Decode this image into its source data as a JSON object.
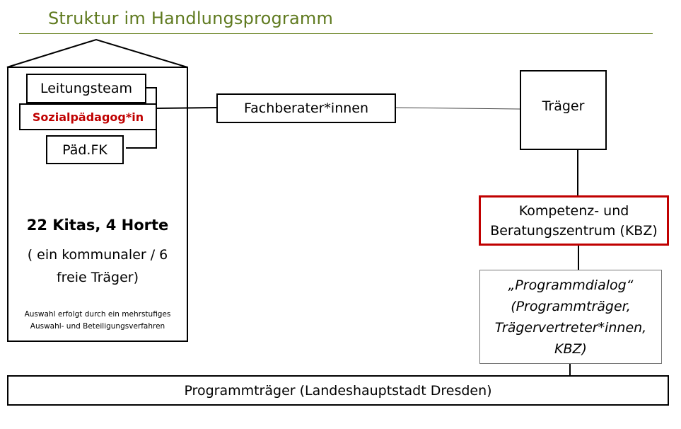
{
  "title": "Struktur im Handlungsprogramm",
  "kita": {
    "leitungsteam": "Leitungsteam",
    "sozialpaedagog": "Sozialpädagog*in",
    "paedfk": "Päd.FK",
    "count": "22 Kitas, 4 Horte",
    "traeger_line1": "( ein kommunaler / 6",
    "traeger_line2": "freie Träger)",
    "note_line1": "Auswahl erfolgt durch ein mehrstufiges",
    "note_line2": "Auswahl- und Beteiligungsverfahren"
  },
  "fachberater": "Fachberater*innen",
  "traeger": "Träger",
  "kbz": {
    "line1": "Kompetenz- und",
    "line2": "Beratungszentrum (KBZ)"
  },
  "dialog": {
    "line1": "„Programmdialog“",
    "line2": "(Programmträger,",
    "line3": "Trägervertreter*innen,",
    "line4": "KBZ)"
  },
  "programmtraeger": "Programmträger (Landeshauptstadt Dresden)",
  "colors": {
    "title": "#5f7a1f",
    "highlight": "#c00000"
  }
}
